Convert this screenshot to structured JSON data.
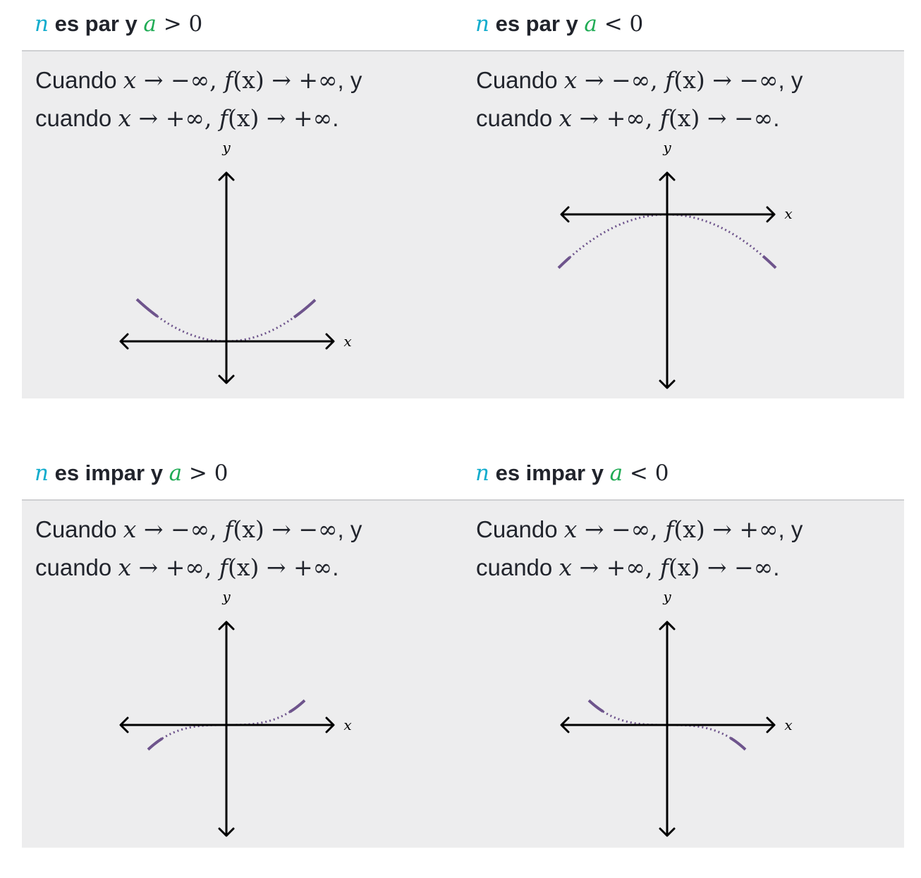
{
  "colors": {
    "n": "#11accd",
    "a": "#1fab54",
    "curve": "#6e548c",
    "panel": "#ededee",
    "text": "#21242c"
  },
  "cases": [
    {
      "head": {
        "n": "n",
        "mid": " es par y ",
        "a": "a",
        "cmp": " > 0"
      },
      "line1": {
        "pre": "Cuando ",
        "x": "x",
        "arrow1": " → −∞, ",
        "f": "f",
        "fx": "(x)",
        "arrow2": " → +∞",
        "tail": ", y"
      },
      "line2": {
        "pre": "cuando ",
        "x": "x",
        "arrow1": " → +∞, ",
        "f": "f",
        "fx": "(x)",
        "arrow2": " → +∞",
        "tail": "."
      },
      "xlabel": "x",
      "ylabel": "y"
    },
    {
      "head": {
        "n": "n",
        "mid": " es par y ",
        "a": "a",
        "cmp": " < 0"
      },
      "line1": {
        "pre": "Cuando ",
        "x": "x",
        "arrow1": " → −∞, ",
        "f": "f",
        "fx": "(x)",
        "arrow2": " → −∞",
        "tail": ", y"
      },
      "line2": {
        "pre": "cuando ",
        "x": "x",
        "arrow1": " → +∞, ",
        "f": "f",
        "fx": "(x)",
        "arrow2": " → −∞",
        "tail": "."
      },
      "xlabel": "x",
      "ylabel": "y"
    },
    {
      "head": {
        "n": "n",
        "mid": " es impar y ",
        "a": "a",
        "cmp": " > 0"
      },
      "line1": {
        "pre": "Cuando ",
        "x": "x",
        "arrow1": " → −∞, ",
        "f": "f",
        "fx": "(x)",
        "arrow2": " → −∞",
        "tail": ", y"
      },
      "line2": {
        "pre": "cuando ",
        "x": "x",
        "arrow1": " → +∞, ",
        "f": "f",
        "fx": "(x)",
        "arrow2": " → +∞",
        "tail": "."
      },
      "xlabel": "x",
      "ylabel": "y"
    },
    {
      "head": {
        "n": "n",
        "mid": " es impar y ",
        "a": "a",
        "cmp": " < 0"
      },
      "line1": {
        "pre": "Cuando ",
        "x": "x",
        "arrow1": " → −∞, ",
        "f": "f",
        "fx": "(x)",
        "arrow2": " → +∞",
        "tail": ", y"
      },
      "line2": {
        "pre": "cuando ",
        "x": "x",
        "arrow1": " → +∞, ",
        "f": "f",
        "fx": "(x)",
        "arrow2": " → −∞",
        "tail": "."
      },
      "xlabel": "x",
      "ylabel": "y"
    }
  ]
}
